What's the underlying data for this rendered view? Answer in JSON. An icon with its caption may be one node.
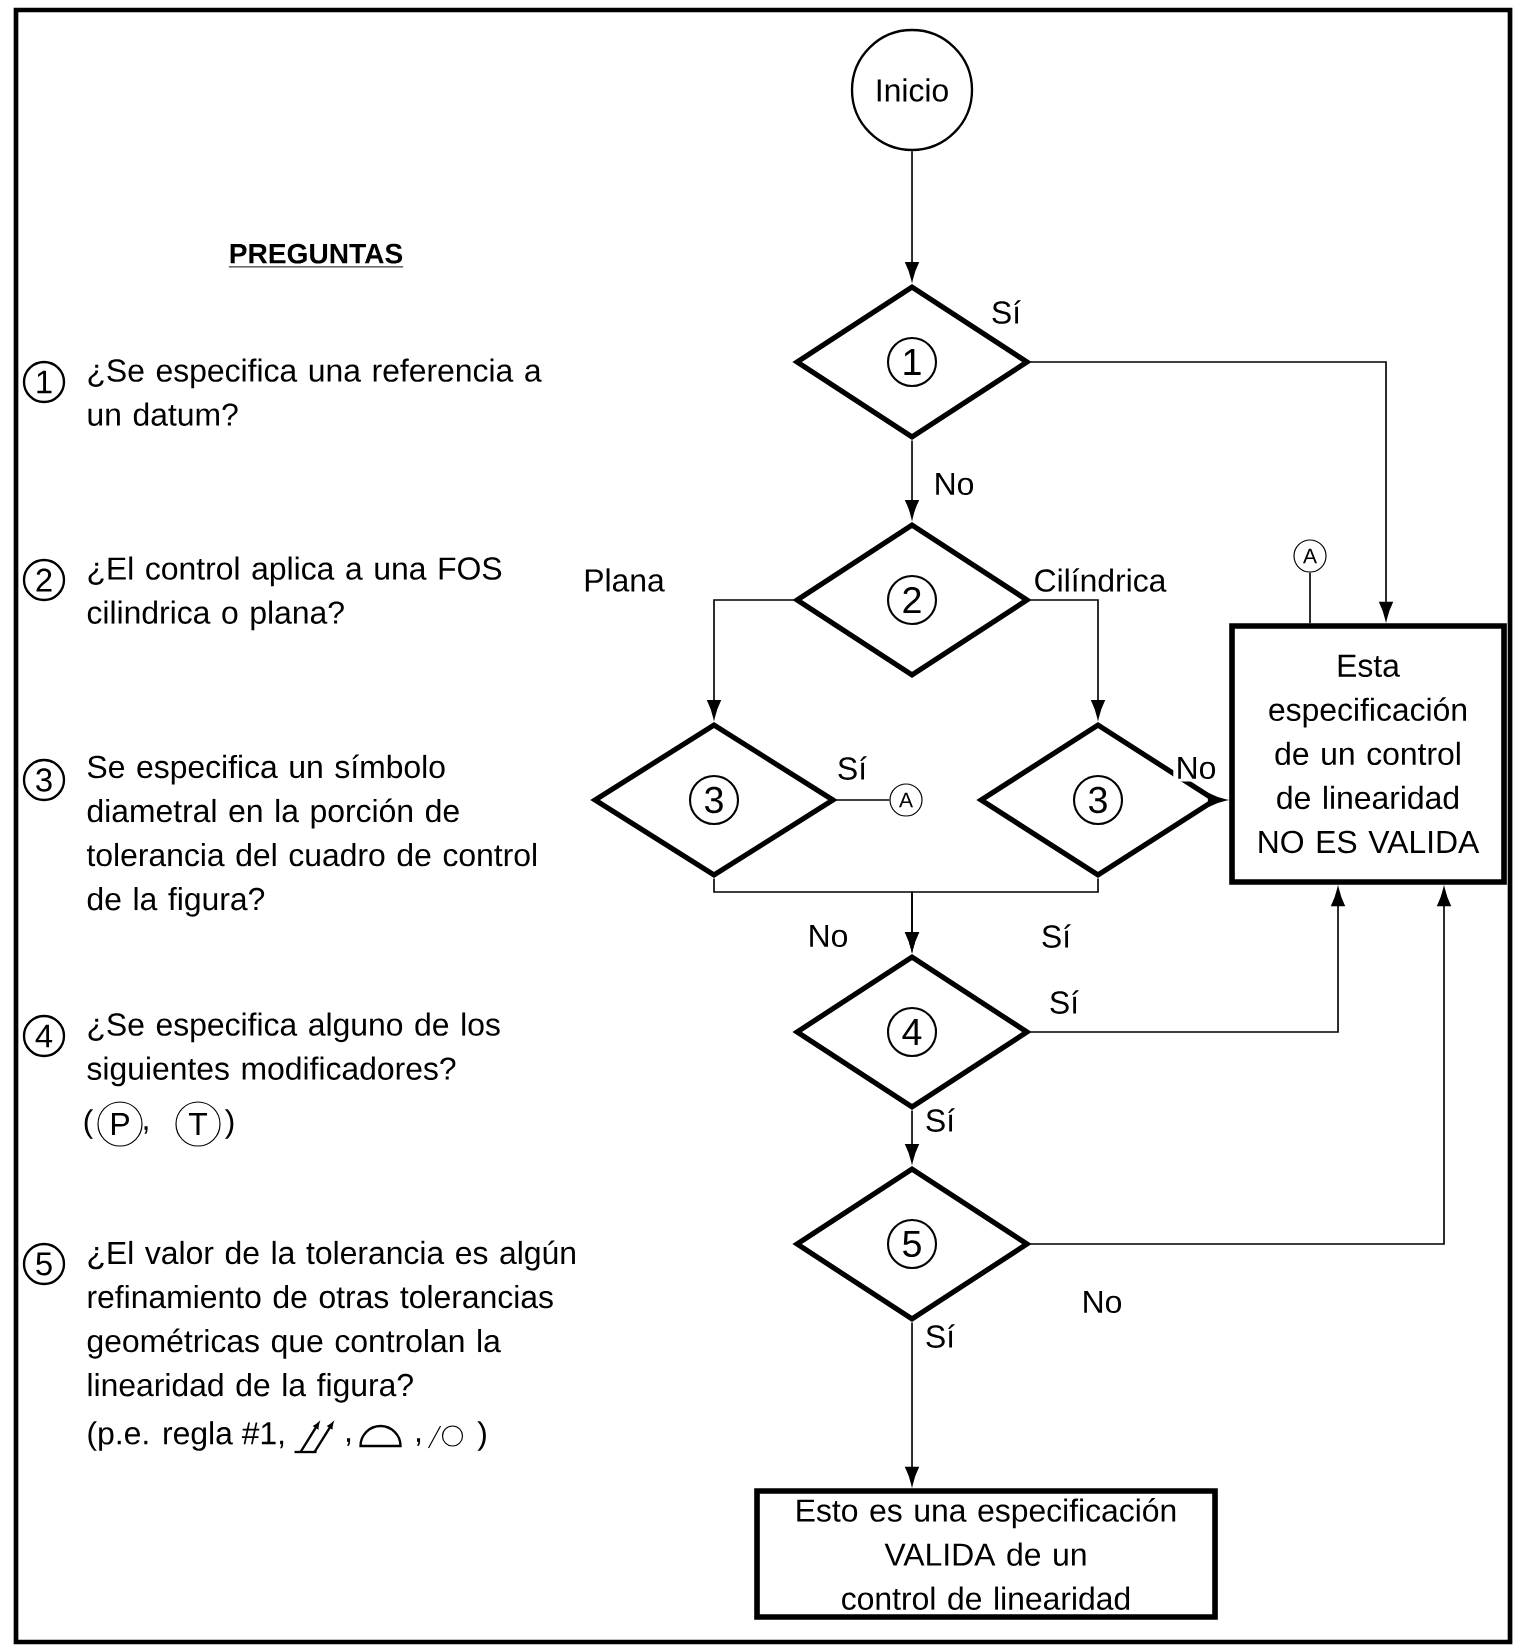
{
  "diagram": {
    "nodes": [
      {
        "text": [
          "Inicio"
        ]
      },
      {
        "text": [
          "1"
        ]
      },
      {
        "text": [
          "2"
        ]
      },
      {
        "text": [
          "3"
        ]
      },
      {
        "text": [
          "3"
        ]
      },
      {
        "text": [
          "4"
        ]
      },
      {
        "text": [
          "5"
        ]
      },
      {
        "text": [
          "Esta especificación de un control de linearidad NO ES VALIDA"
        ]
      },
      {
        "text": [
          "Esto es una especificación VALIDA de un control de linearidad"
        ]
      },
      {
        "text": [
          "A"
        ]
      },
      {
        "text": [
          "A"
        ]
      },
      {
        "text": [
          "1"
        ]
      },
      {
        "text": [
          "2"
        ]
      },
      {
        "text": [
          "3"
        ]
      },
      {
        "text": [
          "4"
        ]
      },
      {
        "text": [
          "5"
        ]
      }
    ],
    "edges": [
      {
        "from": 0,
        "to": 1,
        "arrow": "to"
      },
      {
        "from": 1,
        "to": 7,
        "arrow": "to",
        "label": "Sí"
      },
      {
        "from": 1,
        "to": 2,
        "arrow": "to",
        "label": "No"
      },
      {
        "from": 2,
        "to": 3,
        "arrow": "to",
        "label": "Plana"
      },
      {
        "from": 2,
        "to": 4,
        "arrow": "to",
        "label": "Cilíndrica"
      },
      {
        "from": 3,
        "to": 9,
        "arrow": "none",
        "label": "Sí"
      },
      {
        "from": 4,
        "to": 7,
        "arrow": "to",
        "label": "No"
      },
      {
        "from": 3,
        "to": 5,
        "arrow": "to",
        "label": "No"
      },
      {
        "from": 4,
        "to": 5,
        "arrow": "to",
        "label": "Sí"
      },
      {
        "from": 5,
        "to": 7,
        "arrow": "to",
        "label": "Sí"
      },
      {
        "from": 5,
        "to": 6,
        "arrow": "to",
        "label": "Sí"
      },
      {
        "from": 6,
        "to": 7,
        "arrow": "to",
        "label": "No"
      },
      {
        "from": 6,
        "to": 8,
        "arrow": "to",
        "label": "Sí"
      },
      {
        "from": 7,
        "to": 10,
        "arrow": "none"
      }
    ],
    "labels": [
      "PREGUNTAS",
      "¿Se especifica una referencia a un datum?",
      "¿El control aplica a una FOS cilindrica o plana?",
      "Se especifica un símbolo diametral en la porción de tolerancia del cuadro de control de la figura?",
      "¿Se especifica alguno de los siguientes modificadores?",
      "(",
      "P",
      ",",
      "T",
      ")",
      "¿El valor de la tolerancia es algún refinamiento de otras tolerancias geométricas que controlan la linearidad de la figura?",
      "(p.e. regla #1,",
      ",",
      ",",
      ")"
    ]
  }
}
